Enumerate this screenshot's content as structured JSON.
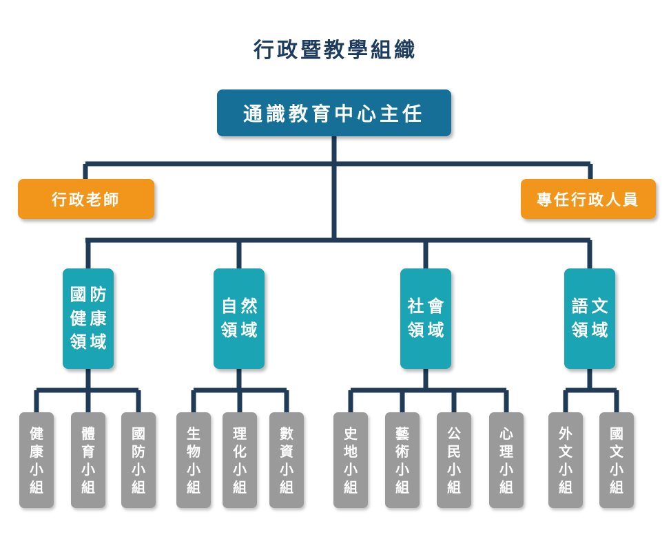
{
  "title": "行政暨教學組織",
  "colors": {
    "title": "#1d3b5e",
    "director": "#166f96",
    "admin": "#f2961b",
    "domain": "#1ba4b4",
    "group": "#9a9a9a",
    "connector": "#1f3b57"
  },
  "director": {
    "label": "通識教育中心主任"
  },
  "admin": [
    {
      "label": "行政老師"
    },
    {
      "label": "專任行政人員"
    }
  ],
  "domains": [
    {
      "label": "國防健康領域",
      "groups": [
        "健康小組",
        "體育小組",
        "國防小組"
      ]
    },
    {
      "label": "自然領域",
      "groups": [
        "生物小組",
        "理化小組",
        "數資小組"
      ]
    },
    {
      "label": "社會領域",
      "groups": [
        "史地小組",
        "藝術小組",
        "公民小組",
        "心理小組"
      ]
    },
    {
      "label": "語文領域",
      "groups": [
        "外文小組",
        "國文小組"
      ]
    }
  ]
}
